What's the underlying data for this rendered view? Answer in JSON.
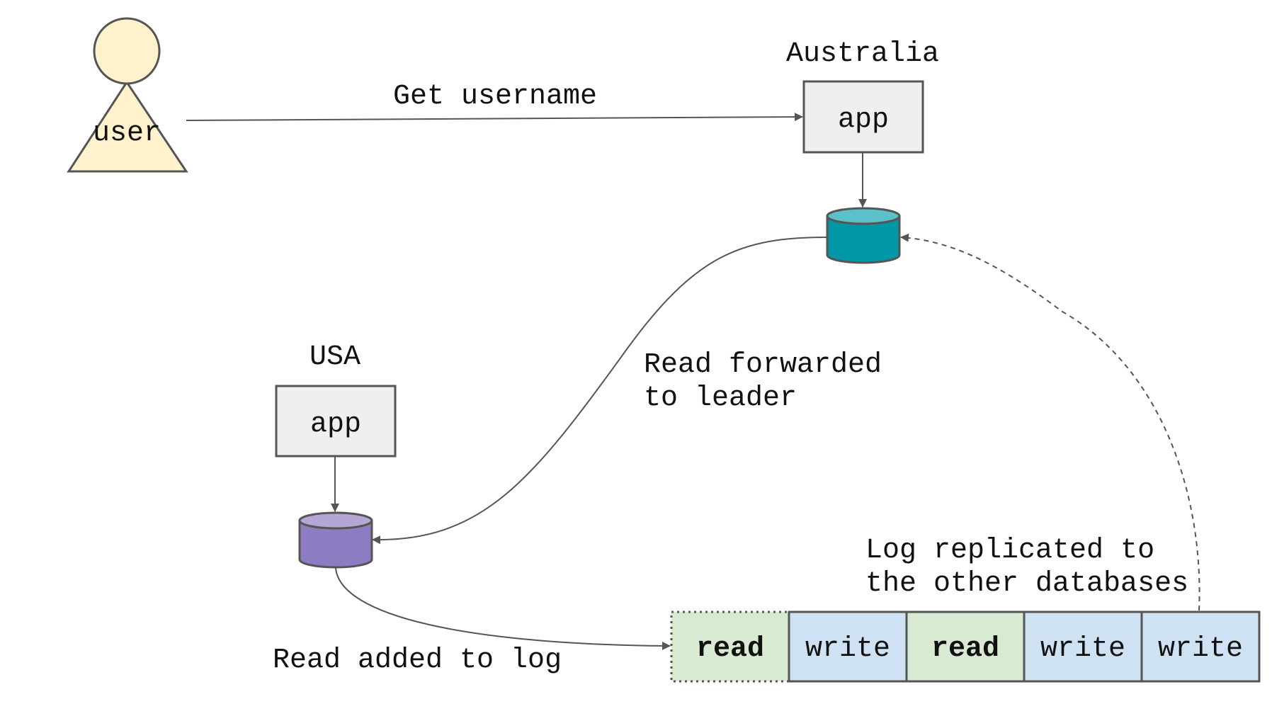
{
  "user": {
    "label": "user"
  },
  "regions": {
    "australia": {
      "name": "Australia",
      "app_label": "app",
      "db_color": "#0097a7",
      "db_top_color": "#5bc0c8"
    },
    "usa": {
      "name": "USA",
      "app_label": "app",
      "db_color": "#8e7cc3",
      "db_top_color": "#b4a7d6"
    }
  },
  "edges": {
    "get_username": "Get username",
    "read_forwarded_line1": "Read forwarded",
    "read_forwarded_line2": "to leader",
    "read_added": "Read added to log",
    "log_replicated_line1": "Log replicated to",
    "log_replicated_line2": "the other databases"
  },
  "log": {
    "entries": [
      {
        "label": "read",
        "kind": "read",
        "pending": true
      },
      {
        "label": "write",
        "kind": "write",
        "pending": false
      },
      {
        "label": "read",
        "kind": "read",
        "pending": false
      },
      {
        "label": "write",
        "kind": "write",
        "pending": false
      },
      {
        "label": "write",
        "kind": "write",
        "pending": false
      }
    ],
    "colors": {
      "read": "#d9ead3",
      "write": "#cfe2f3"
    }
  }
}
